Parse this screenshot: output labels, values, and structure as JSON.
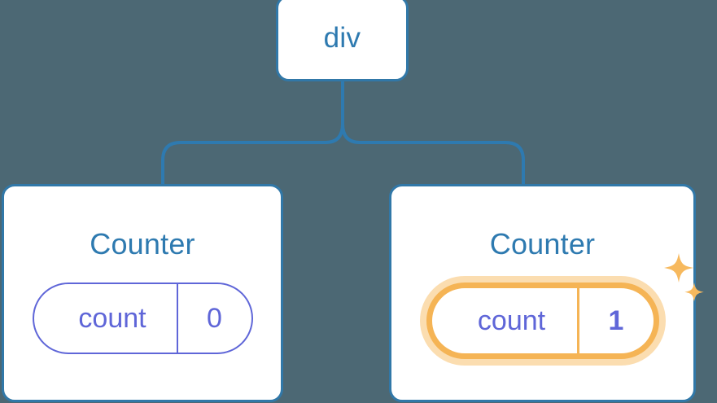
{
  "diagram": {
    "type": "component-tree",
    "background_color": "#4c6874",
    "node_border_color": "#3178a8",
    "node_fill_color": "#ffffff",
    "title_text_color": "#2e7ab0",
    "state_pill_color": "#5f66d8",
    "highlight_color": "#f5b455",
    "highlight_glow_color": "#fbddb0",
    "root": {
      "label": "div"
    },
    "children": [
      {
        "label": "Counter",
        "state": {
          "key": "count",
          "value": "0"
        },
        "highlighted": false
      },
      {
        "label": "Counter",
        "state": {
          "key": "count",
          "value": "1"
        },
        "highlighted": true,
        "sparkle_icon": "sparkles-icon"
      }
    ]
  }
}
